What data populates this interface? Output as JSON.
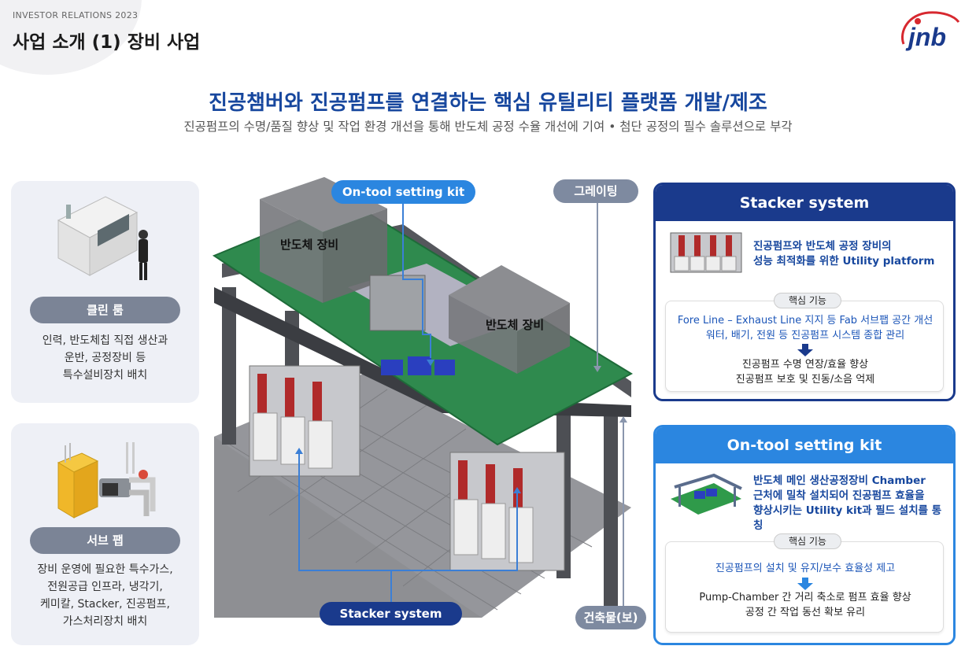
{
  "header": {
    "ir_label": "INVESTOR RELATIONS 2023",
    "page_title": "사업 소개 (1) 장비 사업",
    "logo_text": "jnb"
  },
  "headline": {
    "title": "진공챔버와 진공펌프를 연결하는 핵심 유틸리티 플랫폼 개발/제조",
    "subtitle": "진공펌프의 수명/품질 향상 및 작업 환경 개선을 통해 반도체 공정 수율 개선에 기여 • 첨단 공정의 필수 솔루션으로 부각"
  },
  "left_cards": [
    {
      "label": "클린 룸",
      "description": "인력, 반도체칩 직접 생산과\n운반, 공정장비 등\n특수설비장치 배치",
      "icon": "cleanroom-machine-illustration"
    },
    {
      "label": "서브 팹",
      "description": "장비 운영에 필요한 특수가스,\n전원공급 인프라, 냉각기,\n케미칼, Stacker, 진공펌프,\n가스처리장치 배치",
      "icon": "subfab-pipes-illustration"
    }
  ],
  "diagram": {
    "ontool_label": "On-tool setting kit",
    "grating_label": "그레이팅",
    "stacker_label": "Stacker system",
    "building_label": "건축물(보)",
    "equipment1": "반도체 장비",
    "equipment2": "반도체 장비"
  },
  "right_cards": [
    {
      "title": "Stacker system",
      "description": "진공펌프와 반도체 공정 장비의\n성능 최적화를 위한 Utility platform",
      "core_label": "핵심 기능",
      "features": "Fore Line – Exhaust Line 지지  등 Fab 서브팹 공간 개선\n워터, 배기, 전원 등 진공펌프 시스템 종합 관리",
      "results": "진공펌프 수명 연장/효율 향상\n진공펌프 보호 및 진동/소음 억제"
    },
    {
      "title": "On-tool setting kit",
      "description": "반도체 메인 생산공정장비 Chamber\n근처에 밀착 설치되어 진공펌프 효율을\n향상시키는 Utility kit과 필드 설치를 통칭",
      "core_label": "핵심 기능",
      "features": "진공펌프의 설치 및 유지/보수 효율성 제고",
      "results": "Pump-Chamber 간 거리 축소로 펌프 효율 향상\n공정 간 작업 동선 확보 유리"
    }
  ],
  "colors": {
    "navy": "#17479e",
    "dark_navy": "#1a3a8c",
    "bright_blue": "#2b86e0",
    "gray_pill": "#7b8496",
    "green_floor": "#2f8a4e"
  }
}
